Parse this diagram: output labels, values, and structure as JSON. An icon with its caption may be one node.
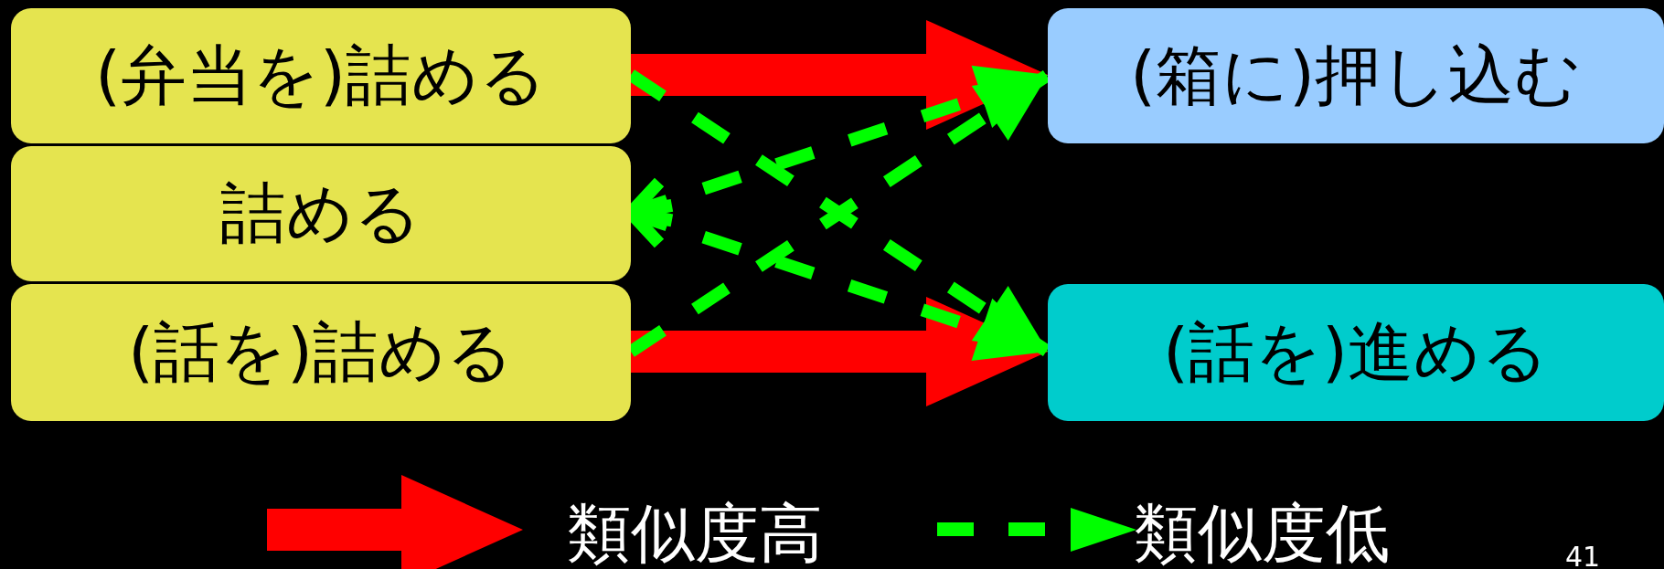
{
  "diagram": {
    "nodes": [
      {
        "text": [
          "(弁当を)詰める"
        ]
      },
      {
        "text": [
          "詰める"
        ]
      },
      {
        "text": [
          "(話を)詰める"
        ]
      },
      {
        "text": [
          "(箱に)押し込む"
        ]
      },
      {
        "text": [
          "(話を)進める"
        ]
      }
    ],
    "edges": [
      {
        "from": 0,
        "to": 3,
        "arrow": "to",
        "style": "thick",
        "color": "#ff0000"
      },
      {
        "from": 2,
        "to": 4,
        "arrow": "to",
        "style": "thick",
        "color": "#ff0000"
      },
      {
        "from": 0,
        "to": 4,
        "arrow": "to",
        "style": "dashed",
        "color": "#00ff00"
      },
      {
        "from": 2,
        "to": 3,
        "arrow": "to",
        "style": "dashed",
        "color": "#00ff00"
      },
      {
        "from": 1,
        "to": 3,
        "arrow": "both",
        "style": "dashed",
        "color": "#00ff00"
      },
      {
        "from": 1,
        "to": 4,
        "arrow": "both",
        "style": "dashed",
        "color": "#00ff00"
      }
    ],
    "labels": [
      "41"
    ],
    "legend": [
      {
        "text": "類似度高"
      },
      {
        "text": "類似度低"
      }
    ]
  }
}
